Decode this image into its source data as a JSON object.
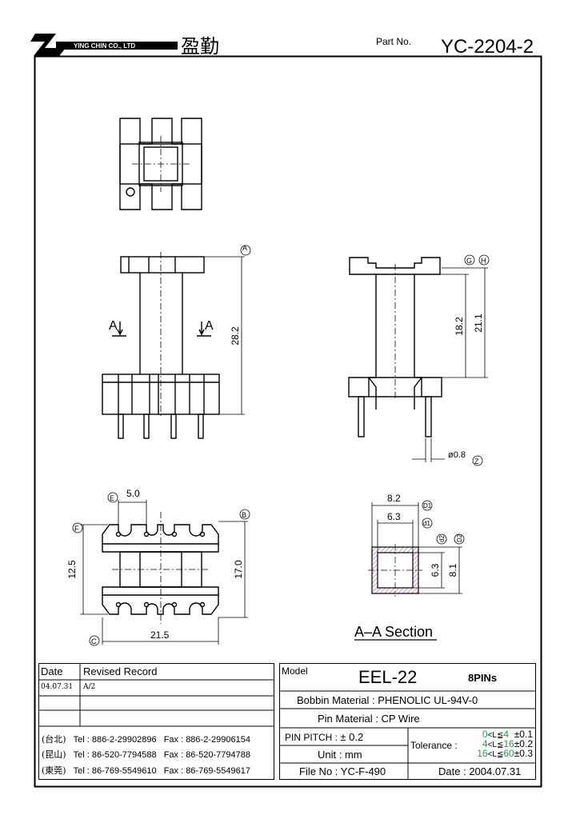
{
  "header": {
    "company_en": "YING CHIN CO., LTD",
    "company_zh": "盈勤",
    "part_no_label": "Part No.",
    "part_no": "YC-2204-2"
  },
  "drawing": {
    "ref_A": "A",
    "ref_B": "B",
    "ref_C": "C",
    "ref_E": "E",
    "ref_F": "F",
    "ref_G": "G",
    "ref_H": "H",
    "ref_Z": "Z",
    "ref_D1": "D1",
    "ref_d1": "d1",
    "ref_d2": "d2",
    "ref_D2": "D2",
    "dim_28_2": "28.2",
    "dim_18_2": "18.2",
    "dim_21_1": "21.1",
    "dim_pin": "ø0.8",
    "dim_5_0": "5.0",
    "dim_12_5": "12.5",
    "dim_17_0": "17.0",
    "dim_21_5": "21.5",
    "dim_8_2": "8.2",
    "dim_6_3_top": "6.3",
    "dim_6_3_side": "6.3",
    "dim_8_1": "8.1",
    "section_mark": "A",
    "section_title": "A–A  Section"
  },
  "revision": {
    "date_header": "Date",
    "record_header": "Revised  Record",
    "rows": [
      {
        "date": "04.07.31",
        "record": "A/2"
      }
    ]
  },
  "contacts": [
    {
      "city": "(台北)",
      "tel": "Tel : 886-2-29902896",
      "fax": "Fax : 886-2-29906154"
    },
    {
      "city": "(昆山)",
      "tel": "Tel : 86-520-7794588",
      "fax": "Fax : 86-520-7794788"
    },
    {
      "city": "(東莞)",
      "tel": "Tel : 86-769-5549610",
      "fax": "Fax : 86-769-5549617"
    }
  ],
  "spec": {
    "model_label": "Model",
    "model": "EEL-22",
    "pins": "8PINs",
    "bobbin_material_label": "Bobbin  Material :",
    "bobbin_material": "PHENOLIC UL-94V-0",
    "pin_material_label": "Pin  Material :",
    "pin_material": "CP Wire",
    "pin_pitch_label": "PIN  PITCH :",
    "pin_pitch": "± 0.2",
    "unit_label": "Unit :",
    "unit": "mm",
    "file_no_label": "File  No :",
    "file_no": "YC-F-490",
    "tolerance_label": "Tolerance :",
    "tolerance_rows": [
      {
        "lo": "0",
        "mid": "<L≦",
        "hi": "4",
        "tol": "±0.1"
      },
      {
        "lo": "4",
        "mid": "<L≦",
        "hi": "16",
        "tol": "±0.2"
      },
      {
        "lo": "16",
        "mid": "<L≦",
        "hi": "60",
        "tol": "±0.3"
      }
    ],
    "date_label": "Date :",
    "date": "2004.07.31"
  },
  "colors": {
    "ink": "#000000",
    "tolerance_green": "#19a34a",
    "hatch": "#c07ab8"
  }
}
